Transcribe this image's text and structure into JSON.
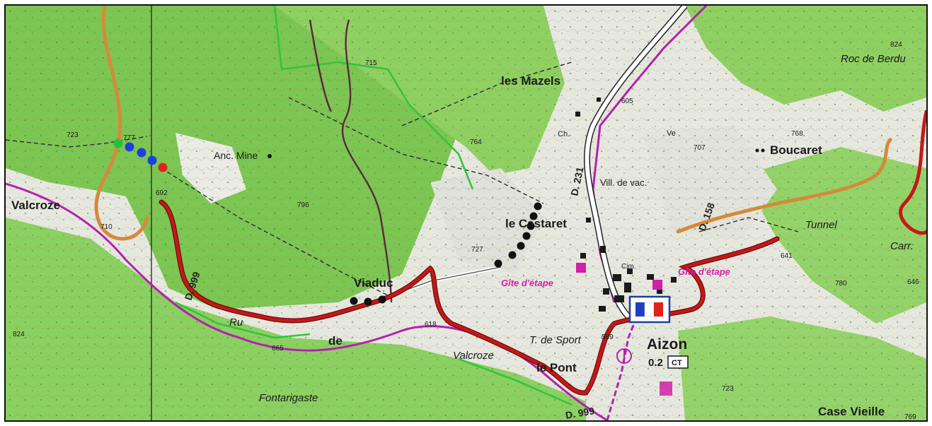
{
  "map": {
    "places": {
      "les_mazels": "les Mazels",
      "roc_de_berdu": "Roc de Berdu",
      "boucaret": "Boucaret",
      "valcroze_west": "Valcroze",
      "anc_mine": "Anc. Mine",
      "le_castaret": "le Castaret",
      "viaduc": "Viaduc",
      "vill_de_vac": "Vill. de vac.",
      "tunnel": "Tunnel",
      "carr": "Carr.",
      "aizon": "Aizon",
      "aizon_sub": "0.2",
      "aizon_ct": "CT",
      "le_pont": "le Pont",
      "de_sport": "T. de Sport",
      "valcroze_south": "Valcroze",
      "fontarigaste": "Fontarigaste",
      "case_vieille": "Case Vieille",
      "cim": "Cim.",
      "chap": "Ch.",
      "ve": "Ve"
    },
    "gite": {
      "left": "Gîte d'étape",
      "right": "Gîte d'étape"
    },
    "roads": {
      "d231": "D. 231",
      "d158": "D. 158",
      "d999_west": "D. 999",
      "d999_south": "D. 999",
      "river_ru": "Ru",
      "river_de": "de"
    },
    "elevations": {
      "e723": "723",
      "e777": "777",
      "e692": "692",
      "e710": "710",
      "e715": "715",
      "e764": "764",
      "e796": "796",
      "e727": "727",
      "e618": "618",
      "e665": "665",
      "e605": "605",
      "e707": "707",
      "e768": "768",
      "e824_ne": "824",
      "e641": "641",
      "e780": "780",
      "e646": "646",
      "e589": "589",
      "e723_s": "723",
      "e769": "769",
      "e824_w": "824"
    },
    "waypoint_colors": [
      "#22c13a",
      "#1d3fe0",
      "#1d3fe0",
      "#1d3fe0",
      "#e0241b"
    ],
    "colors": {
      "route_red": "#b31212",
      "road_orange": "#d58a3a",
      "trail_green": "#33c43d",
      "boundary_purple": "#b321b0",
      "forest": "#8ccf5c",
      "relief": "#cfd2c8"
    }
  }
}
